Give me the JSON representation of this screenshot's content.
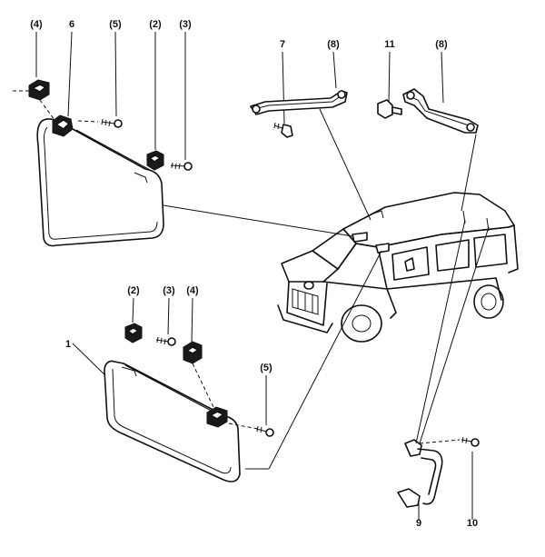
{
  "diagram": {
    "callouts": {
      "upper_visor_mirror_cover": "(4)",
      "upper_visor_holder": "6",
      "upper_visor_screw": "(5)",
      "upper_visor_clip": "(2)",
      "upper_clip_screw": "(3)",
      "rear_grip_screw": "7",
      "rear_grip": "(8)",
      "assist_grip_bolt": "11",
      "assist_grip": "(8)",
      "lower_visor_clip": "(2)",
      "lower_clip_screw": "(3)",
      "lower_visor_holder": "(4)",
      "lower_visor": "1",
      "lower_visor_screw": "(5)",
      "handle_grip": "9",
      "handle_screw": "10"
    },
    "colors": {
      "line": "#111111",
      "background": "#ffffff"
    }
  }
}
